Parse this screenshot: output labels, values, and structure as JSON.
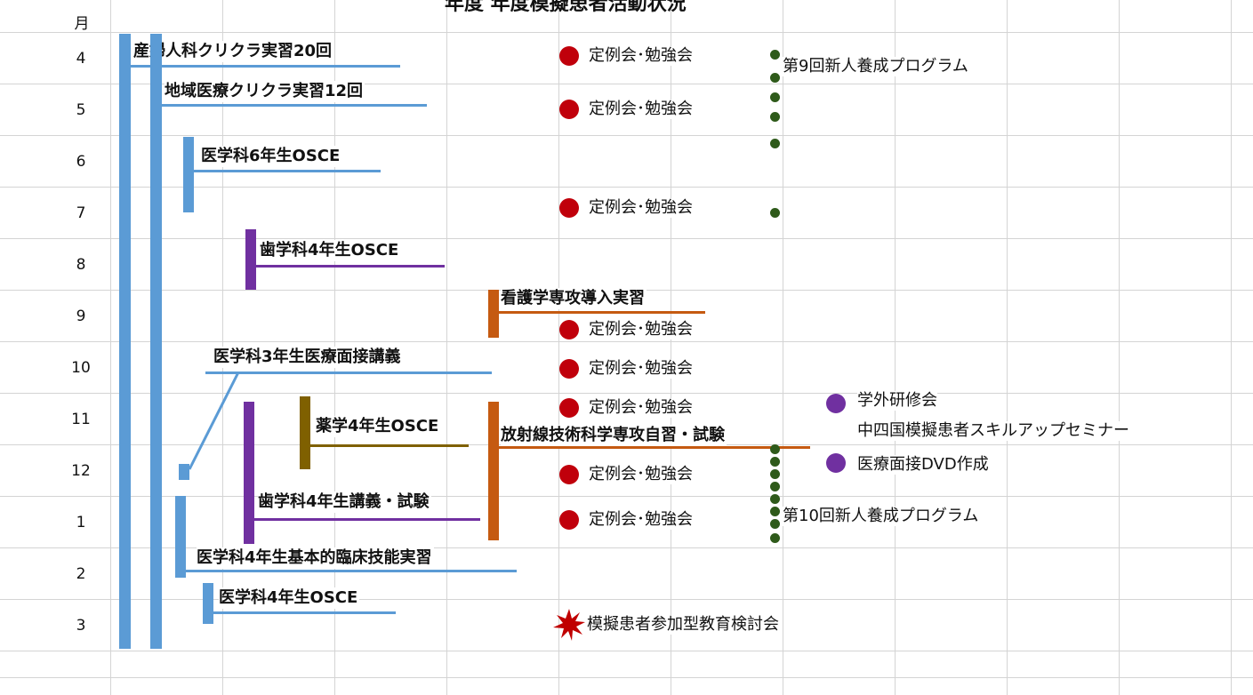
{
  "title": "年度 年度模擬患者活動状況",
  "month_header": "月",
  "months": [
    "4",
    "5",
    "6",
    "7",
    "8",
    "9",
    "10",
    "11",
    "12",
    "1",
    "2",
    "3"
  ],
  "programs": [
    {
      "label": "産婦人科クリクラ実習20回",
      "color": "#5b9bd5"
    },
    {
      "label": "地域医療クリクラ実習12回",
      "color": "#5b9bd5"
    },
    {
      "label": "医学科6年生OSCE",
      "color": "#5b9bd5"
    },
    {
      "label": "歯学科4年生OSCE",
      "color": "#7030a0"
    },
    {
      "label": "看護学専攻導入実習",
      "color": "#c55a11"
    },
    {
      "label": "医学科3年生医療面接講義",
      "color": "#5b9bd5"
    },
    {
      "label": "薬学4年生OSCE",
      "color": "#7f6000"
    },
    {
      "label": "放射線技術科学専攻自習・試験",
      "color": "#c55a11"
    },
    {
      "label": "歯学科4年生講義・試験",
      "color": "#7030a0"
    },
    {
      "label": "医学科4年生基本的臨床技能実習",
      "color": "#5b9bd5"
    },
    {
      "label": "医学科4年生OSCE",
      "color": "#5b9bd5"
    }
  ],
  "events": {
    "meeting": "定例会･勉強会",
    "training_9": "第9回新人養成プログラム",
    "training_10": "第10回新人養成プログラム",
    "external_1": "学外研修会",
    "external_2": "中四国模擬患者スキルアップセミナー",
    "dvd": "医療面接DVD作成",
    "review": "模擬患者参加型教育検討会"
  },
  "colors": {
    "meeting_dot": "#c0000b",
    "external_dot": "#7030a0",
    "training_dot": "#2e5a1a",
    "review_star": "#c00000"
  }
}
